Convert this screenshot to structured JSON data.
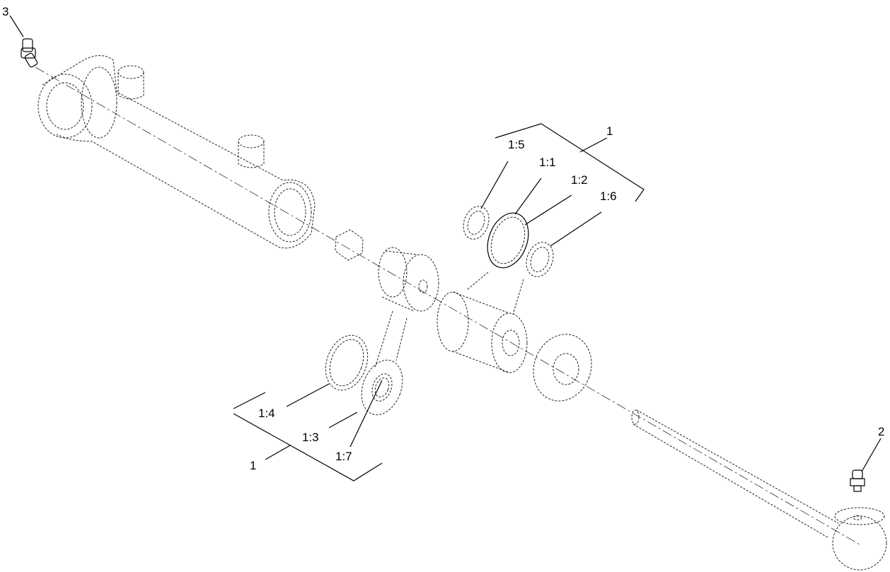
{
  "callouts": {
    "fitting_top": "3",
    "fitting_bottom": "2",
    "kit_top": "1",
    "kit_bottom": "1",
    "c1_5": "1:5",
    "c1_1": "1:1",
    "c1_2": "1:2",
    "c1_6": "1:6",
    "c1_4": "1:4",
    "c1_3": "1:3",
    "c1_7": "1:7"
  }
}
